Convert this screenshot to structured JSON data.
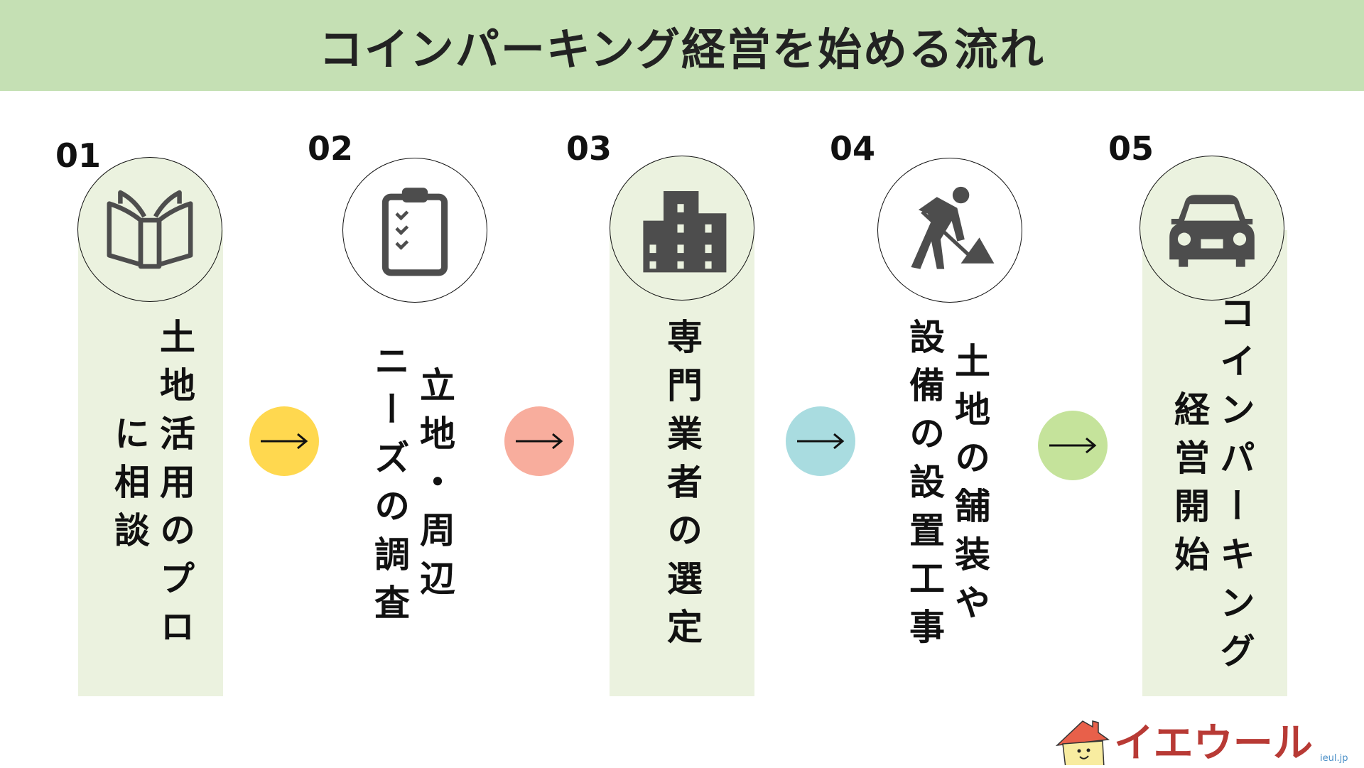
{
  "title": "コインパーキング経営を始める流れ",
  "steps": [
    {
      "number": "01",
      "icon": "open-book-icon",
      "lines": [
        "土地活用のプロ",
        "に相談"
      ]
    },
    {
      "number": "02",
      "icon": "clipboard-checklist-icon",
      "lines": [
        "立地・周辺",
        "ニーズの調査"
      ]
    },
    {
      "number": "03",
      "icon": "building-icon",
      "lines": [
        "専門業者の選定"
      ]
    },
    {
      "number": "04",
      "icon": "construction-worker-icon",
      "lines": [
        "土地の舗装や",
        "設備の設置工事"
      ]
    },
    {
      "number": "05",
      "icon": "car-icon",
      "lines": [
        "コインパーキング",
        "経営開始"
      ]
    }
  ],
  "arrows": [
    {
      "icon": "arrow-right-icon",
      "color": "#ffd84f"
    },
    {
      "icon": "arrow-right-icon",
      "color": "#f8ad9d"
    },
    {
      "icon": "arrow-right-icon",
      "color": "#a9dce0"
    },
    {
      "icon": "arrow-right-icon",
      "color": "#c5e39b"
    }
  ],
  "logo": {
    "text": "イエウール",
    "domain": "ieul.jp"
  },
  "colors": {
    "header": "#c5e0b4",
    "panel": "#ebf2df",
    "icon": "#4d4d4d",
    "logo": "#b83a35"
  }
}
